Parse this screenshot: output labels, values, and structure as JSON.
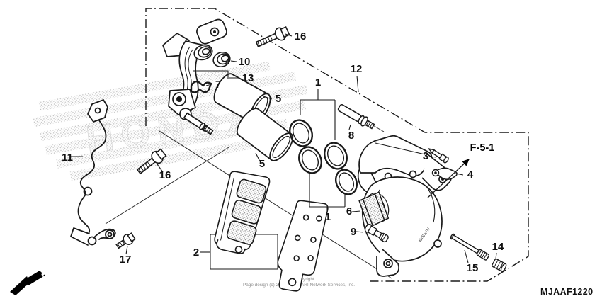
{
  "page": {
    "watermark": "HONDA",
    "diagram_code": "MJAAF1220",
    "reference": "F-5-1",
    "direction": "FR.",
    "brand_on_part": "NISSIN",
    "copyright": "Page design (c) 2004 - 2014 ARI Network Services, Inc.",
    "copyright_word": "Copyright"
  },
  "callouts": [
    {
      "name": "flange-bolt-top",
      "label": "16"
    },
    {
      "name": "pin-boot",
      "label": "10"
    },
    {
      "name": "pin-boot-set",
      "label": "13"
    },
    {
      "name": "pad-clip",
      "label": "7"
    },
    {
      "name": "piston-upper",
      "label": "5"
    },
    {
      "name": "seal-set-top",
      "label": "1"
    },
    {
      "name": "caliper-assembly",
      "label": "12"
    },
    {
      "name": "hanger-pin",
      "label": "8"
    },
    {
      "name": "piston-lower",
      "label": "5"
    },
    {
      "name": "seal-set-bottom",
      "label": "1"
    },
    {
      "name": "bleed-valve",
      "label": "3"
    },
    {
      "name": "pipe-clip",
      "label": "4"
    },
    {
      "name": "pad-spring",
      "label": "6"
    },
    {
      "name": "bleeder-screw",
      "label": "9"
    },
    {
      "name": "pad-pin",
      "label": "15"
    },
    {
      "name": "pad-pin-plug",
      "label": "14"
    },
    {
      "name": "pad-set",
      "label": "2"
    },
    {
      "name": "retainer-bolt",
      "label": "17"
    },
    {
      "name": "flange-bolt-left",
      "label": "16"
    },
    {
      "name": "pad-retainer",
      "label": "11"
    }
  ]
}
